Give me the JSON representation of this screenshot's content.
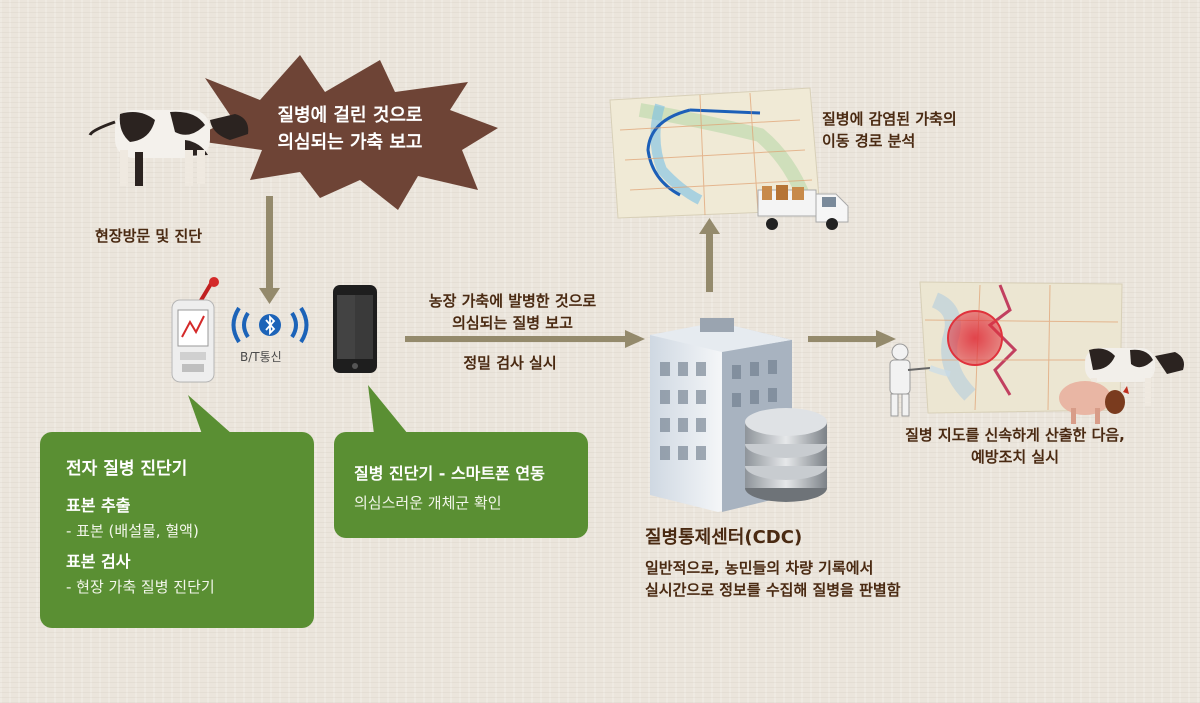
{
  "burst": {
    "line1": "질병에 걸린 것으로",
    "line2": "의심되는 가축 보고"
  },
  "field_visit": "현장방문 및 진단",
  "bt_label": "B/T통신",
  "farm_report": {
    "line1": "농장 가축에 발병한 것으로",
    "line2": "의심되는 질병 보고"
  },
  "precise_test": "정밀 검사 실시",
  "route_analysis": {
    "line1": "질병에 감염된 가축의",
    "line2": "이동 경로 분석"
  },
  "disease_map": {
    "line1": "질병 지도를 신속하게 산출한 다음,",
    "line2": "예방조치 실시"
  },
  "cdc": {
    "title": "질병통제센터(CDC)",
    "line1": "일반적으로, 농민들의 차량 기록에서",
    "line2": "실시간으로 정보를 수집해 질병을 판별함"
  },
  "device_box": {
    "title": "전자 질병 진단기",
    "sample_title": "표본 추출",
    "sample_item": "- 표본 (배설물, 혈액)",
    "test_title": "표본 검사",
    "test_item": "- 현장 가축 질병 진단기"
  },
  "phone_box": {
    "title": "질병 진단기 - 스마트폰 연동",
    "sub": "의심스러운 개체군 확인"
  },
  "colors": {
    "brown": "#6e4436",
    "green": "#5a8f33",
    "arrow": "#948a6c",
    "text": "#4a2a12",
    "red_zone": "#e0323c"
  }
}
